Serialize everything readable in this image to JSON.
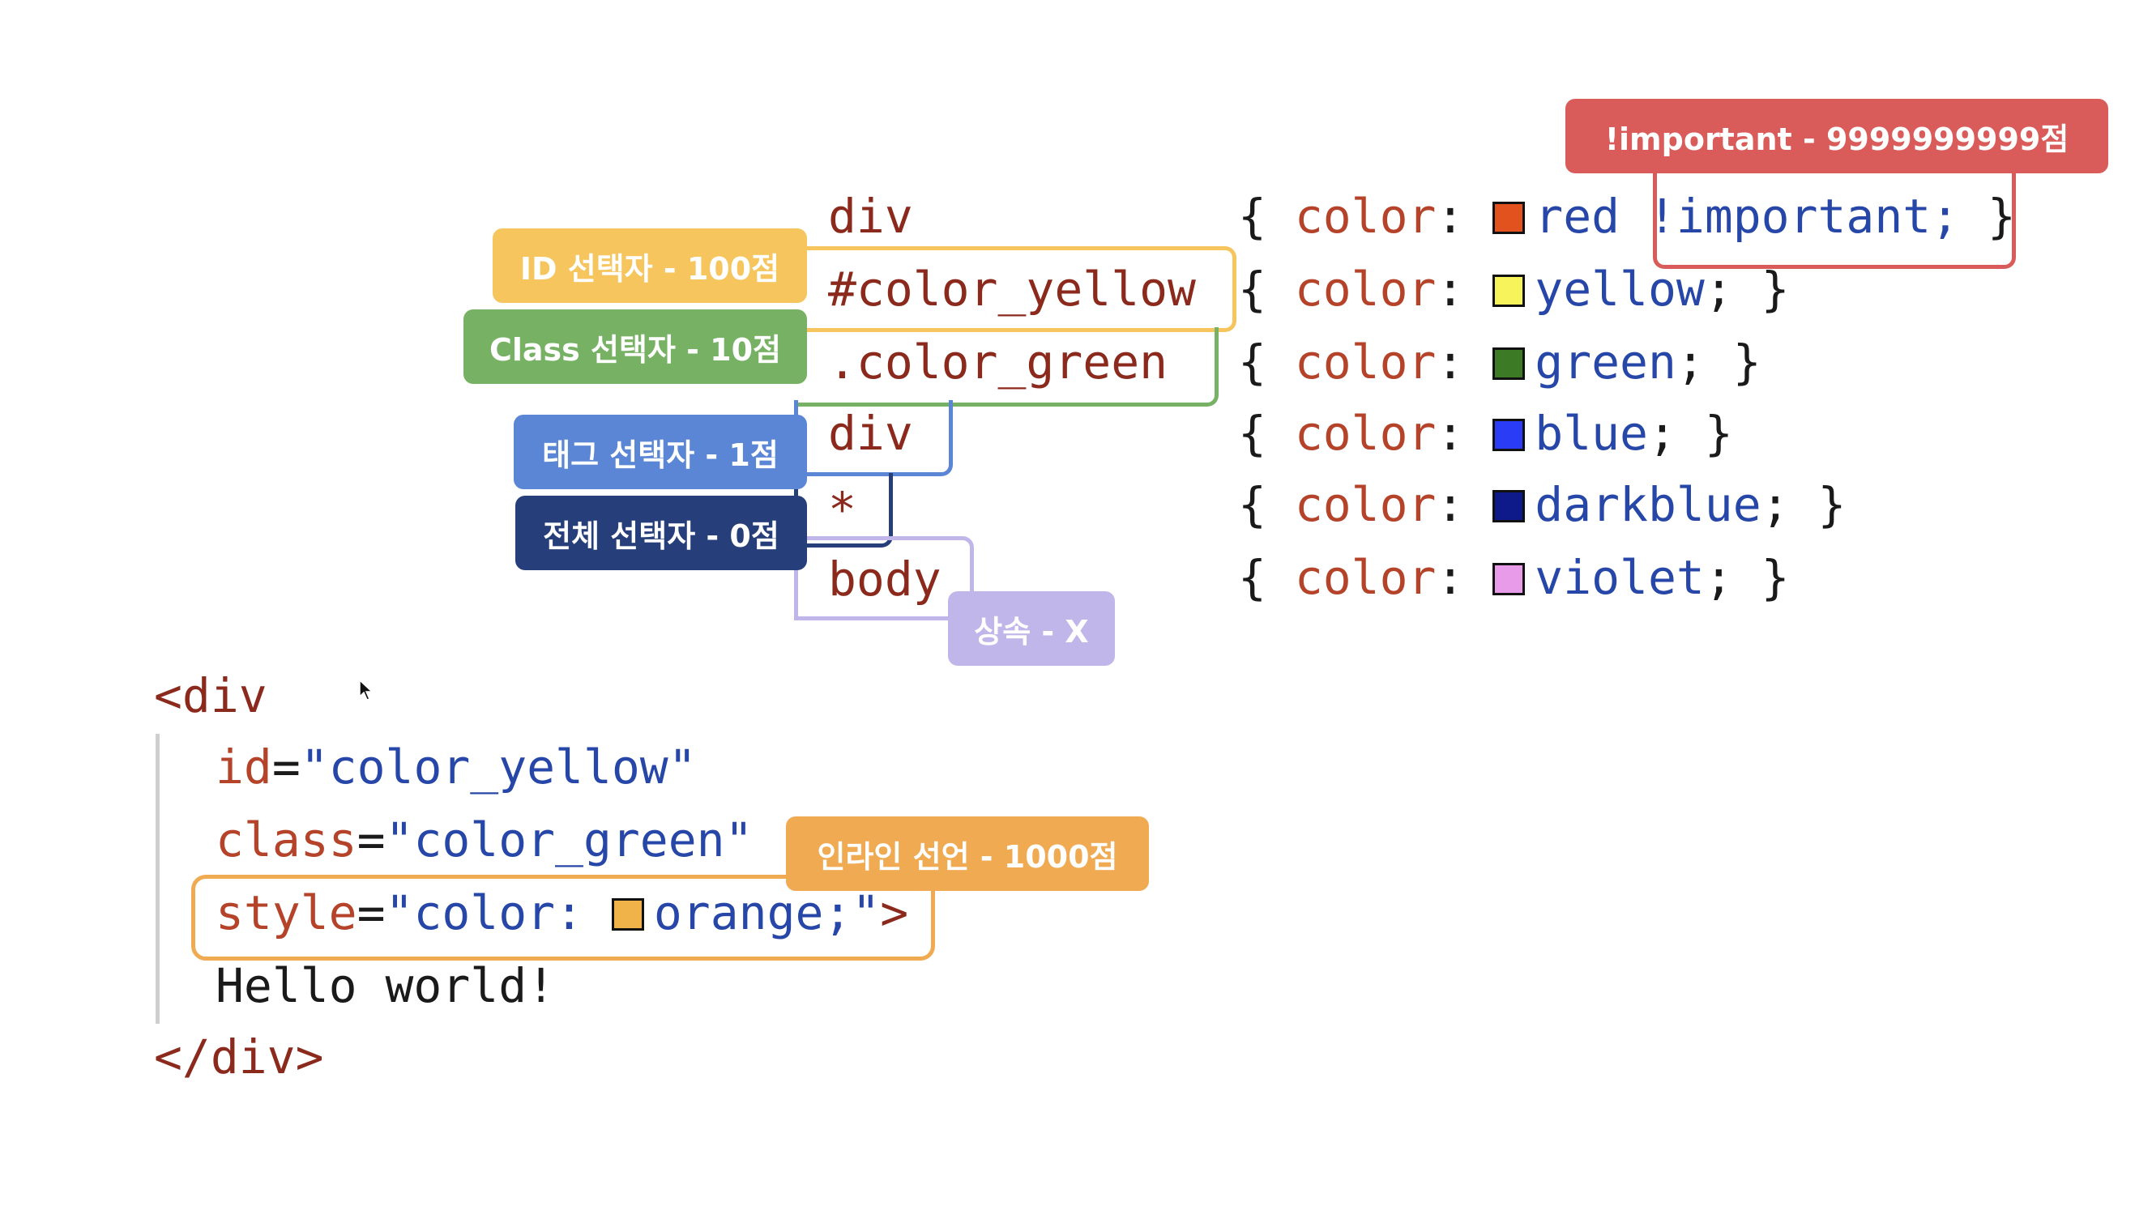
{
  "selectors": [
    "div",
    "#color_yellow",
    ".color_green",
    "div",
    "*",
    "body"
  ],
  "rules": [
    {
      "open": "{ ",
      "prop": "color",
      "colon": ": ",
      "value": "red",
      "extra": " !important;",
      "close": " }",
      "swatch": "#e1521e"
    },
    {
      "open": "{ ",
      "prop": "color",
      "colon": ": ",
      "value": "yellow",
      "extra": ";",
      "close": " }",
      "swatch": "#f7f35a"
    },
    {
      "open": "{ ",
      "prop": "color",
      "colon": ": ",
      "value": "green",
      "extra": ";",
      "close": " }",
      "swatch": "#3d7a25"
    },
    {
      "open": "{ ",
      "prop": "color",
      "colon": ": ",
      "value": "blue",
      "extra": ";",
      "close": " }",
      "swatch": "#2a3cf5"
    },
    {
      "open": "{ ",
      "prop": "color",
      "colon": ": ",
      "value": "darkblue",
      "extra": ";",
      "close": " }",
      "swatch": "#0f1a8a"
    },
    {
      "open": "{ ",
      "prop": "color",
      "colon": ": ",
      "value": "violet",
      "extra": ";",
      "close": " }",
      "swatch": "#e89be8"
    }
  ],
  "badges": {
    "important": "!important - 9999999999점",
    "id": "ID 선택자 - 100점",
    "class": "Class 선택자 - 10점",
    "tag": "태그 선택자 - 1점",
    "universal": "전체 선택자 - 0점",
    "inherit": "상속 - X",
    "inline": "인라인 선언 - 1000점"
  },
  "html": {
    "open": "<div",
    "id_attr": "id",
    "id_val": "\"color_yellow\"",
    "class_attr": "class",
    "class_val": "\"color_green\"",
    "style_attr": "style",
    "style_val_pre": "\"color: ",
    "style_val_post": "orange;\"",
    "style_close": ">",
    "eq": "=",
    "text": "Hello world!",
    "close": "</div>",
    "orange_swatch": "#f0b34a"
  },
  "colors": {
    "important": "#d95c5b",
    "id": "#f6c55d",
    "class": "#77b264",
    "tag": "#5b86d6",
    "universal": "#263f7a",
    "inherit": "#c1b6ea",
    "inline": "#f0aa52"
  }
}
